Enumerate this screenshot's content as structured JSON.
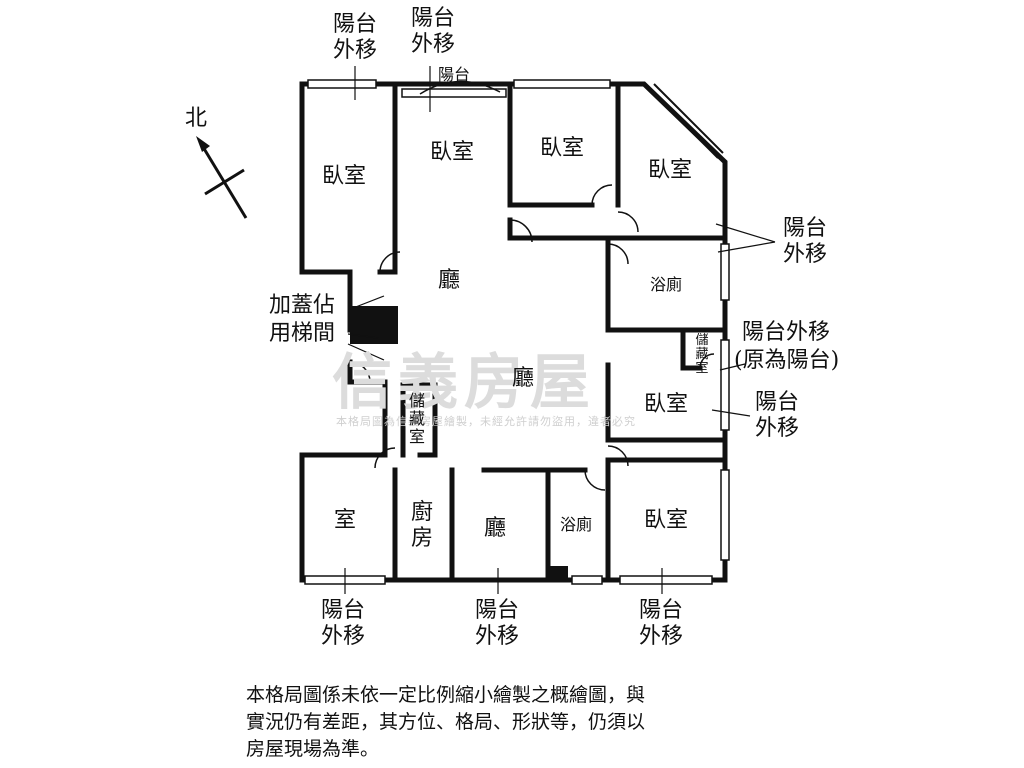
{
  "north_label": "北",
  "watermark": {
    "brand": "信義房屋",
    "notice": "本格局圖為信義房屋繪製，未經允許請勿盜用，違者必究"
  },
  "rooms": {
    "bedroom_nw": "臥室",
    "bedroom_n1": "臥室",
    "bedroom_n2": "臥室",
    "bedroom_ne": "臥室",
    "bath_e": "浴廁",
    "storage_small": "儲藏室",
    "bedroom_e": "臥室",
    "living_main": "廳",
    "living_center": "廳",
    "storage_center": "儲藏室",
    "room_sw": "室",
    "kitchen": "廚房",
    "living_s": "廳",
    "bath_s": "浴廁",
    "bedroom_se": "臥室",
    "balcony_small": "陽台"
  },
  "annotations": {
    "top_left": "陽台外移",
    "top_mid": "陽台外移",
    "right_upper": "陽台外移",
    "right_mid": "陽台外移",
    "right_mid_note": "(原為陽台)",
    "right_lower": "陽台外移",
    "bottom_left": "陽台外移",
    "bottom_mid": "陽台外移",
    "bottom_right": "陽台外移",
    "stair_note": "加蓋佔用梯間"
  },
  "footnote": [
    "本格局圖係未依一定比例縮小繪製之概繪圖，與",
    "實況仍有差距，其方位、格局、形狀等，仍須以",
    "房屋現場為準。"
  ]
}
